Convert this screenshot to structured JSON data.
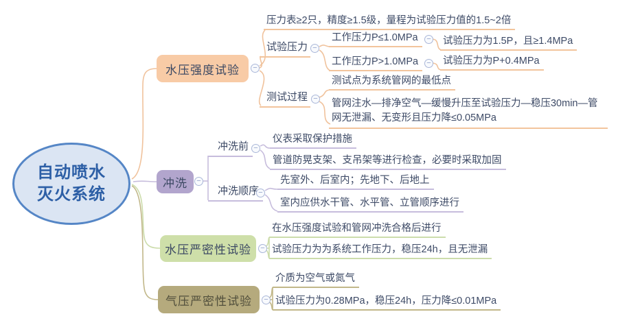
{
  "root": {
    "line1": "自动喷水",
    "line2": "灭火系统"
  },
  "branch1": {
    "label": "水压强度试验",
    "note": "压力表≥2只，精度≥1.5级，量程为试验压力值的1.5~2倍",
    "test_pressure": {
      "label": "试验压力",
      "case_low": {
        "label": "工作压力P≤1.0MPa",
        "result": "试验压力为1.5P，且≥1.4MPa"
      },
      "case_high": {
        "label": "工作压力P>1.0MPa",
        "result": "试验压力为P+0.4MPa"
      }
    },
    "test_process": {
      "label": "测试过程",
      "point": "测试点为系统管网的最低点",
      "procedure": "管网注水—排净空气—缓慢升压至试验压力—稳压30min—管网无泄漏、无变形且压力降≤0.05MPa"
    }
  },
  "branch2": {
    "label": "冲洗",
    "before": {
      "label": "冲洗前",
      "items": [
        "仪表采取保护措施",
        "管道防晃支架、支吊架等进行检查，必要时采取加固"
      ]
    },
    "order": {
      "label": "冲洗顺序",
      "items": [
        "先室外、后室内；先地下、后地上",
        "室内应供水干管、水平管、立管顺序进行"
      ]
    }
  },
  "branch3": {
    "label": "水压严密性试验",
    "items": [
      "在水压强度试验和管网冲洗合格后进行",
      "试验压力为为系统工作压力，稳压24h，且无泄漏"
    ]
  },
  "branch4": {
    "label": "气压严密性试验",
    "items": [
      "介质为空气或氮气",
      "试验压力为0.28MPa，稳压24h，压力降≤0.01MPa"
    ]
  },
  "icons": {
    "collapse": "−"
  },
  "colors": {
    "branch1_line": "#f0c29c",
    "branch1_fill": "#f8cba6",
    "branch2_line": "#c6bcdc",
    "branch2_fill": "#b2a5cd",
    "branch3_line": "#ccdcab",
    "branch3_fill": "#cedfa9",
    "branch4_line": "#c1b789",
    "branch4_fill": "#b5aa7d",
    "root_fill": "#dbe5f3",
    "root_border": "#5586c6",
    "root_text": "#2d5fa6",
    "topic_text": "#3c4963"
  }
}
